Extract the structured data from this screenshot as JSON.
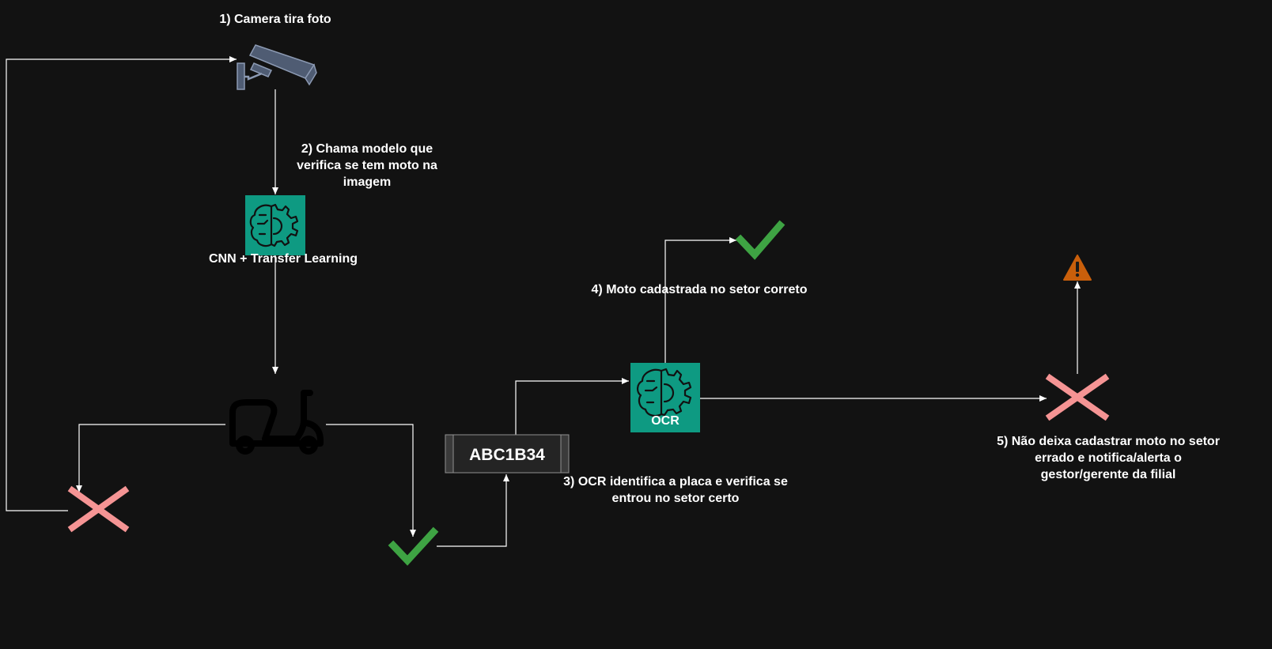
{
  "colors": {
    "background": "#121212",
    "connector": "#ffffff",
    "ml_box": "#0e9a82",
    "success_check": "#3ea343",
    "error_cross": "#f59494",
    "warning": "#c95f0b",
    "camera": "#4f5c73"
  },
  "icons": {
    "camera": "security-camera-icon",
    "model": "brain-gear-icon",
    "vehicle": "scooter-icon",
    "ok": "checkmark-icon",
    "fail": "cross-icon",
    "alert": "warning-triangle-icon"
  },
  "labels": {
    "step1": "1) Camera tira foto",
    "step2": "2) Chama modelo que verifica se tem moto na imagem",
    "cnn": "CNN + Transfer Learning",
    "plate": "ABC1B34",
    "step3": "3) OCR identifica a placa e verifica se entrou no setor certo",
    "ocr": "OCR",
    "step4": "4) Moto cadastrada no setor correto",
    "step5": "5) Não deixa cadastrar moto no setor errado e notifica/alerta o gestor/gerente da filial"
  }
}
